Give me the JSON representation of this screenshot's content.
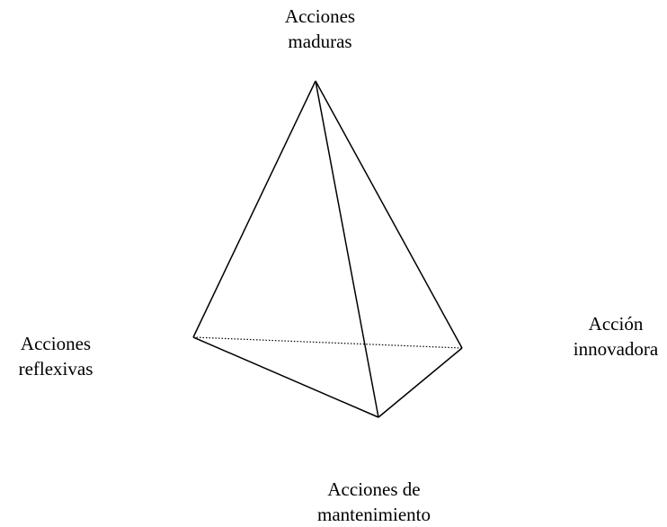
{
  "diagram": {
    "labels": {
      "top": [
        "Acciones",
        "maduras"
      ],
      "left": [
        "Acciones",
        "reflexivas"
      ],
      "right": [
        "Acción",
        "innovadora"
      ],
      "bottom": [
        "Acciones de",
        "mantenimiento"
      ]
    }
  }
}
